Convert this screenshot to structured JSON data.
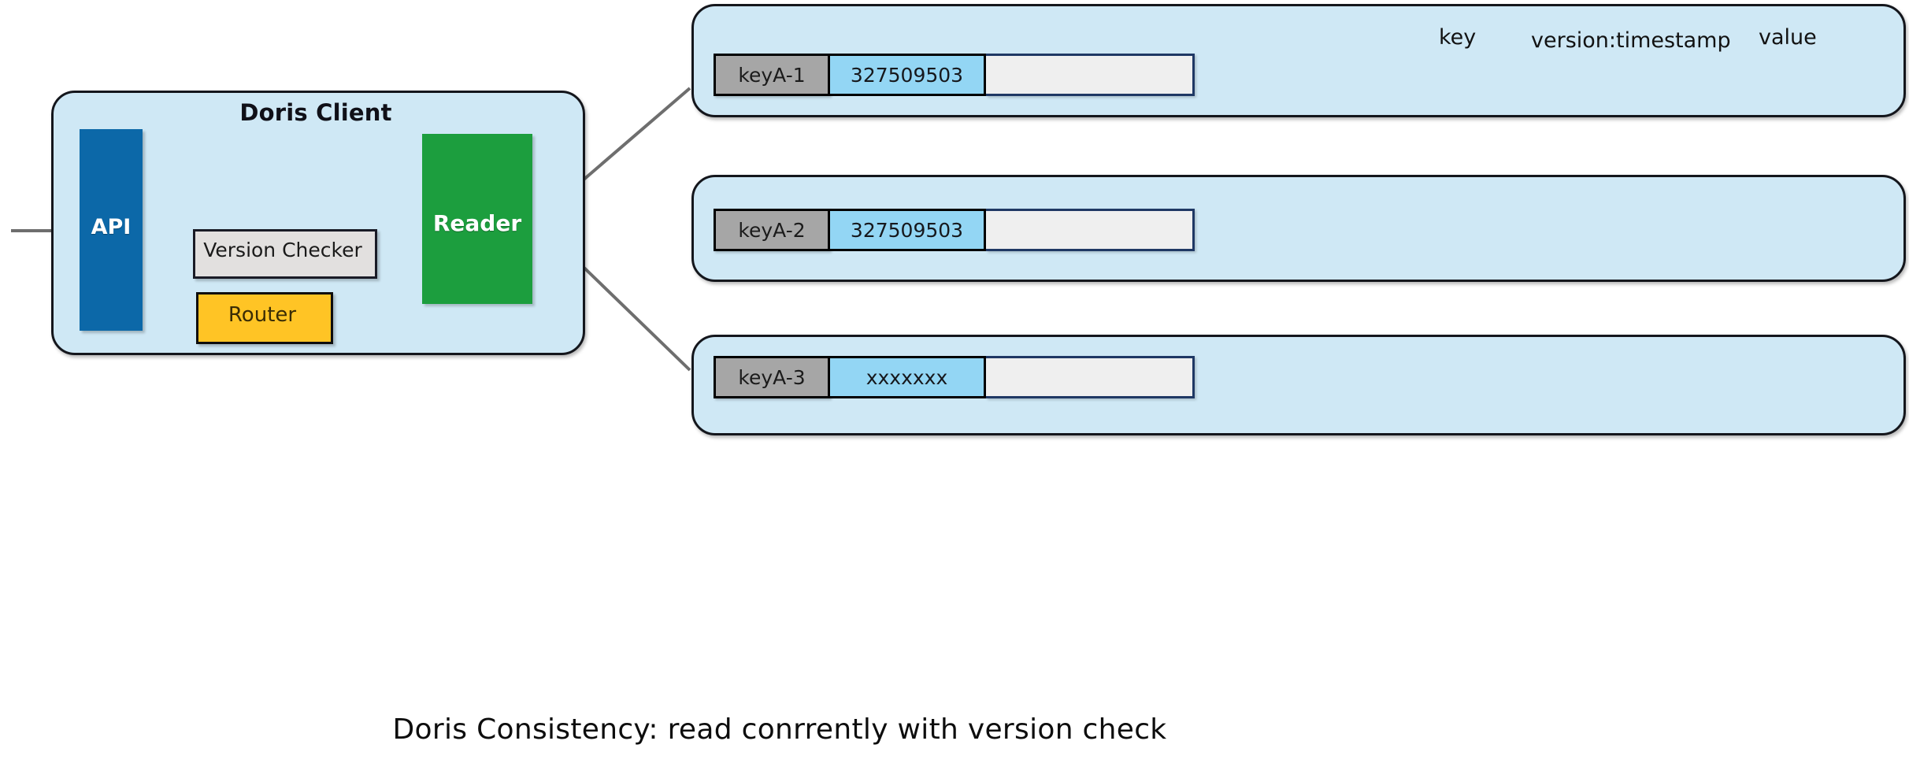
{
  "diagram": {
    "caption": "Doris Consistency:  read conrrently with  version check",
    "client": {
      "title": "Doris Client",
      "api_label": "API",
      "reader_label": "Reader",
      "version_checker_label": "Version Checker",
      "router_label": "Router"
    },
    "columns": {
      "key": "key",
      "version_timestamp": "version:timestamp",
      "value": "value"
    },
    "records": [
      {
        "key": "keyA-1",
        "version": "327509503",
        "value": ""
      },
      {
        "key": "keyA-2",
        "version": "327509503",
        "value": ""
      },
      {
        "key": "keyA-3",
        "version": "xxxxxxx",
        "value": ""
      }
    ]
  },
  "colors": {
    "panel_fill": "#cfe8f5",
    "panel_border": "#14161c",
    "api_fill": "#0c68a8",
    "reader_fill": "#1c9e3e",
    "router_fill": "#ffc425",
    "version_checker_fill": "#e2e0df",
    "key_cell_fill": "#a6a6a6",
    "version_cell_fill": "#93d6f4",
    "value_cell_fill": "#efefef",
    "arrow_black": "#000000",
    "arrow_gray": "#6e6e6e"
  }
}
